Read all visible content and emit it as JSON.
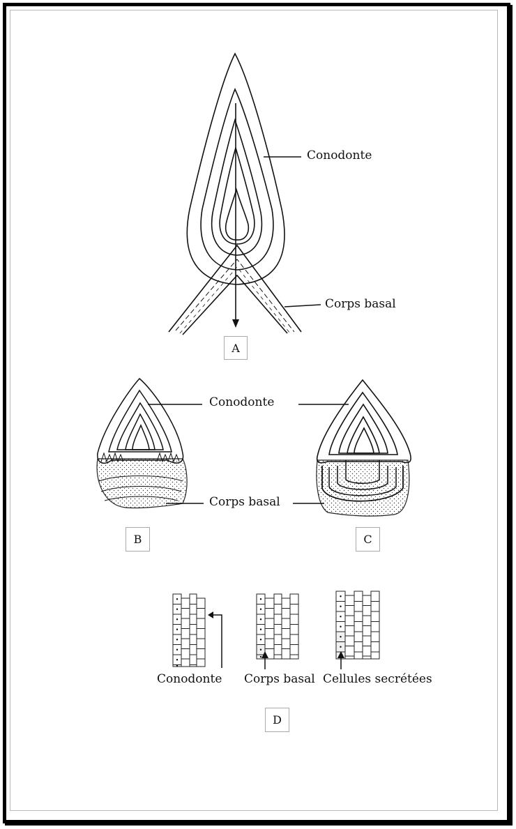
{
  "panels": {
    "a": {
      "letter": "A",
      "conodonte": "Conodonte",
      "corps_basal": "Corps basal"
    },
    "bc": {
      "letter_b": "B",
      "letter_c": "C",
      "conodonte": "Conodonte",
      "corps_basal": "Corps basal"
    },
    "d": {
      "letter": "D",
      "conodonte": "Conodonte",
      "corps_basal": "Corps basal",
      "cellules": "Cellules secrétées"
    }
  }
}
